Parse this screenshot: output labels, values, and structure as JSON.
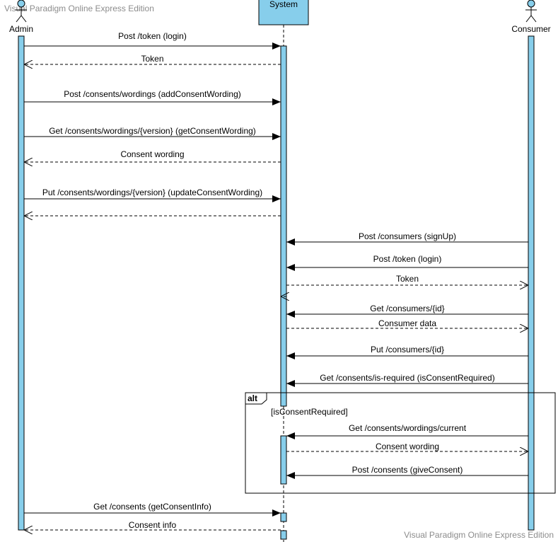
{
  "watermark": {
    "top": "Visual Paradigm Online Express Edition",
    "bottom": "Visual Paradigm Online Express Edition"
  },
  "participants": {
    "admin": "Admin",
    "system": "System",
    "consumer": "Consumer"
  },
  "fragment": {
    "operator": "alt",
    "guard": "[isConsentRequired]"
  },
  "messages": [
    {
      "label": "Post /token (login)",
      "kind": "call"
    },
    {
      "label": "Token",
      "kind": "reply"
    },
    {
      "label": "Post /consents/wordings (addConsentWording)",
      "kind": "call"
    },
    {
      "label": "Get /consents/wordings/{version} (getConsentWording)",
      "kind": "call"
    },
    {
      "label": "Consent wording",
      "kind": "reply"
    },
    {
      "label": "Put /consents/wordings/{version} (updateConsentWording)",
      "kind": "call"
    },
    {
      "label": "",
      "kind": "reply"
    },
    {
      "label": "Post /consumers (signUp)",
      "kind": "call"
    },
    {
      "label": "Post /token (login)",
      "kind": "call"
    },
    {
      "label": "Token",
      "kind": "reply"
    },
    {
      "label": "",
      "kind": "reply"
    },
    {
      "label": "Get /consumers/{id}",
      "kind": "call"
    },
    {
      "label": "Consumer data",
      "kind": "reply"
    },
    {
      "label": "Put /consumers/{id}",
      "kind": "call"
    },
    {
      "label": "Get /consents/is-required (isConsentRequired)",
      "kind": "call"
    },
    {
      "label": "Get /consents/wordings/current",
      "kind": "call"
    },
    {
      "label": "Consent wording",
      "kind": "reply"
    },
    {
      "label": "Post /consents (giveConsent)",
      "kind": "call"
    },
    {
      "label": "Get /consents (getConsentInfo)",
      "kind": "call"
    },
    {
      "label": "Consent info",
      "kind": "reply"
    }
  ],
  "colors": {
    "activation_fill": "#87ceeb",
    "line": "#000000",
    "watermark": "#8c8c8c"
  }
}
